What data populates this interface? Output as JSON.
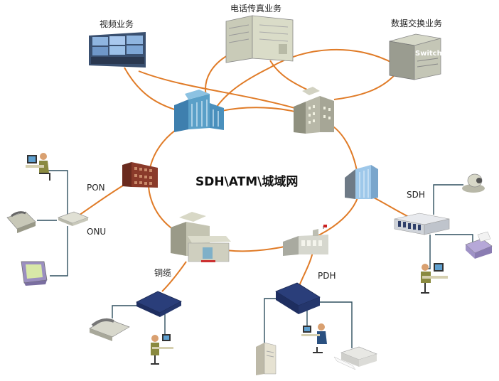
{
  "title": "SDH\\ATM\\城域网",
  "labels": {
    "video": "视频业务",
    "phone_fax": "电话传真业务",
    "data_switch": "数据交换业务",
    "pon": "PON",
    "onu": "ONU",
    "sdh": "SDH",
    "pdh": "PDH",
    "copper": "铜缆",
    "switch_badge": "Switch"
  },
  "colors": {
    "ring": "#e07b27",
    "access": "#2f4f5f",
    "building_blue": "#5aa0c8",
    "building_gray": "#b8b8a8",
    "brick": "#8a3a2a"
  }
}
